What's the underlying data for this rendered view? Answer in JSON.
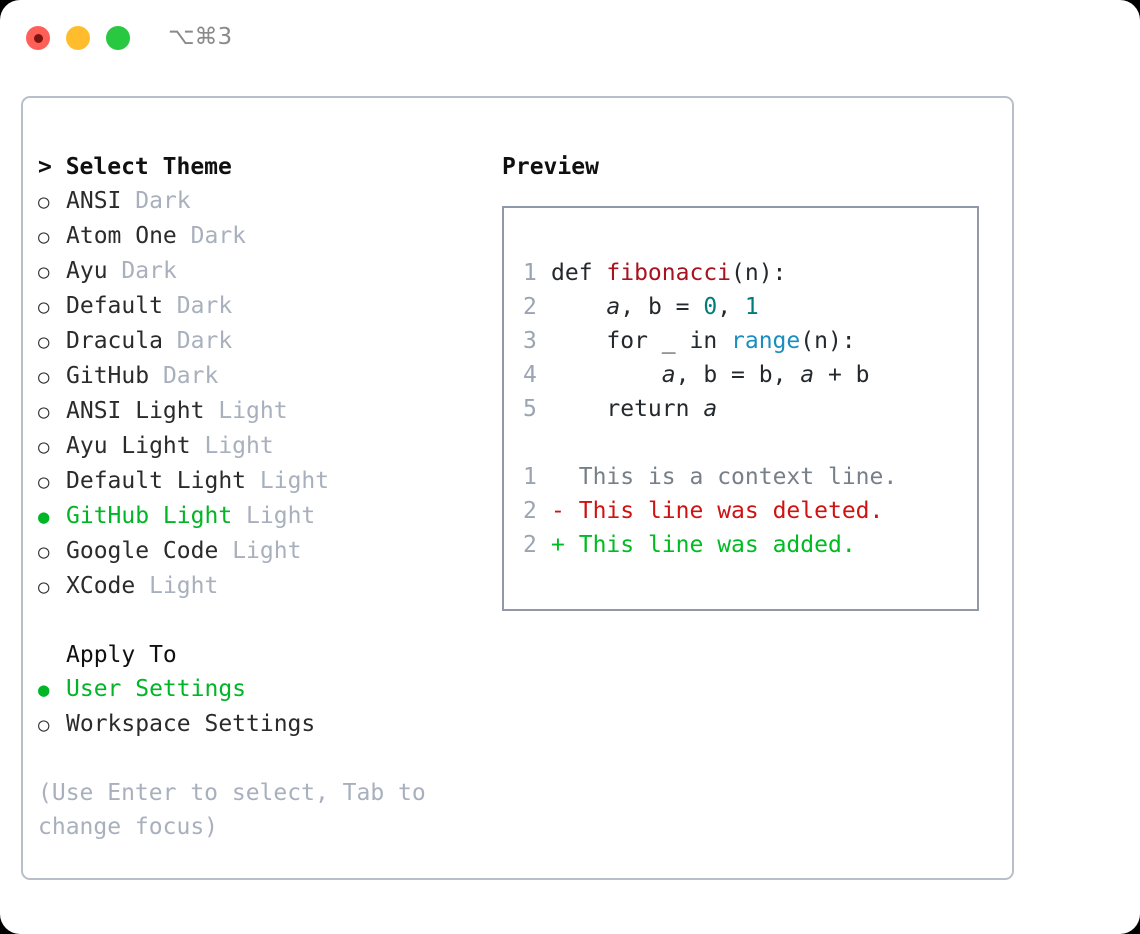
{
  "titlebar": {
    "shortcut": "⌥⌘3",
    "lights": [
      {
        "name": "close",
        "color": "#ff5f57"
      },
      {
        "name": "minimize",
        "color": "#ffbd2e"
      },
      {
        "name": "zoom",
        "color": "#28c840"
      }
    ]
  },
  "theme_list": {
    "heading": "> Select Theme",
    "marker_unselected": "○",
    "marker_selected": "●",
    "items": [
      {
        "marker": "○",
        "label": "ANSI",
        "category": "Dark",
        "selected": false
      },
      {
        "marker": "○",
        "label": "Atom One",
        "category": "Dark",
        "selected": false
      },
      {
        "marker": "○",
        "label": "Ayu",
        "category": "Dark",
        "selected": false
      },
      {
        "marker": "○",
        "label": "Default",
        "category": "Dark",
        "selected": false
      },
      {
        "marker": "○",
        "label": "Dracula",
        "category": "Dark",
        "selected": false
      },
      {
        "marker": "○",
        "label": "GitHub",
        "category": "Dark",
        "selected": false
      },
      {
        "marker": "○",
        "label": "ANSI Light",
        "category": "Light",
        "selected": false
      },
      {
        "marker": "○",
        "label": "Ayu Light",
        "category": "Light",
        "selected": false
      },
      {
        "marker": "○",
        "label": "Default Light",
        "category": "Light",
        "selected": false
      },
      {
        "marker": "●",
        "label": "GitHub Light",
        "category": "Light",
        "selected": true
      },
      {
        "marker": "○",
        "label": "Google Code",
        "category": "Light",
        "selected": false
      },
      {
        "marker": "○",
        "label": "XCode",
        "category": "Light",
        "selected": false
      }
    ]
  },
  "apply_to": {
    "heading": "Apply To",
    "items": [
      {
        "marker": "●",
        "label": "User Settings",
        "selected": true
      },
      {
        "marker": "○",
        "label": "Workspace Settings",
        "selected": false
      }
    ]
  },
  "hint": "(Use Enter to select, Tab to change focus)",
  "preview": {
    "heading": "Preview",
    "code_lines": [
      {
        "number": "1",
        "tokens": [
          {
            "text": "def ",
            "type": "plain"
          },
          {
            "text": "fibonacci",
            "type": "function"
          },
          {
            "text": "(n):",
            "type": "plain"
          }
        ]
      },
      {
        "number": "2",
        "tokens": [
          {
            "text": "    ",
            "type": "plain"
          },
          {
            "text": "a",
            "type": "variable"
          },
          {
            "text": ", b = ",
            "type": "plain"
          },
          {
            "text": "0",
            "type": "number"
          },
          {
            "text": ", ",
            "type": "plain"
          },
          {
            "text": "1",
            "type": "number"
          }
        ]
      },
      {
        "number": "3",
        "tokens": [
          {
            "text": "    for _ in ",
            "type": "plain"
          },
          {
            "text": "range",
            "type": "builtin"
          },
          {
            "text": "(n):",
            "type": "plain"
          }
        ]
      },
      {
        "number": "4",
        "tokens": [
          {
            "text": "        ",
            "type": "plain"
          },
          {
            "text": "a",
            "type": "variable"
          },
          {
            "text": ", b = b, ",
            "type": "plain"
          },
          {
            "text": "a",
            "type": "variable"
          },
          {
            "text": " + b",
            "type": "plain"
          }
        ]
      },
      {
        "number": "5",
        "tokens": [
          {
            "text": "    return ",
            "type": "plain"
          },
          {
            "text": "a",
            "type": "variable"
          }
        ]
      }
    ],
    "diff_lines": [
      {
        "number": "1",
        "sign": " ",
        "text": "This is a context line.",
        "kind": "context"
      },
      {
        "number": "2",
        "sign": "-",
        "text": "This line was deleted.",
        "kind": "deleted"
      },
      {
        "number": "2",
        "sign": "+",
        "text": "This line was added.",
        "kind": "added"
      }
    ]
  },
  "colors": {
    "accent_green": "#00b526",
    "muted_gray": "#a8b0bd",
    "function_red": "#a8131f",
    "number_teal": "#017b7b",
    "builtin_blue": "#1b8dbf",
    "diff_deleted": "#cf1212",
    "diff_added": "#00bb22",
    "panel_border": "#b9bfc9",
    "preview_border": "#8f99a9"
  }
}
